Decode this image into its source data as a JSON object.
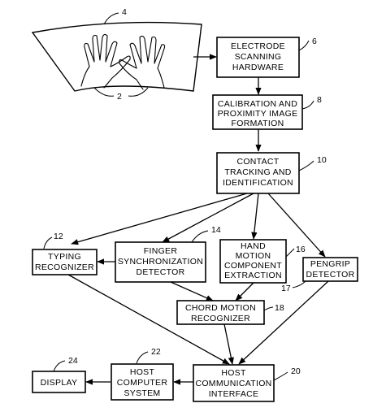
{
  "blocks": {
    "electrode": {
      "line1": "ELECTRODE",
      "line2": "SCANNING",
      "line3": "HARDWARE",
      "ref": "6"
    },
    "calibration": {
      "line1": "CALIBRATION AND",
      "line2": "PROXIMITY IMAGE",
      "line3": "FORMATION",
      "ref": "8"
    },
    "contact": {
      "line1": "CONTACT",
      "line2": "TRACKING AND",
      "line3": "IDENTIFICATION",
      "ref": "10"
    },
    "typing": {
      "line1": "TYPING",
      "line2": "RECOGNIZER",
      "ref": "12"
    },
    "finger": {
      "line1": "FINGER",
      "line2": "SYNCHRONIZATION",
      "line3": "DETECTOR",
      "ref": "14"
    },
    "hand": {
      "line1": "HAND",
      "line2": "MOTION",
      "line3": "COMPONENT",
      "line4": "EXTRACTION",
      "ref": "16"
    },
    "pengrip": {
      "line1": "PENGRIP",
      "line2": "DETECTOR",
      "ref": "17"
    },
    "chord": {
      "line1": "CHORD MOTION",
      "line2": "RECOGNIZER",
      "ref": "18"
    },
    "interface": {
      "line1": "HOST",
      "line2": "COMMUNICATION",
      "line3": "INTERFACE",
      "ref": "20"
    },
    "host": {
      "line1": "HOST",
      "line2": "COMPUTER",
      "line3": "SYSTEM",
      "ref": "22"
    },
    "display": {
      "line1": "DISPLAY",
      "ref": "24"
    }
  },
  "surface": {
    "ref_surface": "4",
    "ref_hands": "2"
  }
}
